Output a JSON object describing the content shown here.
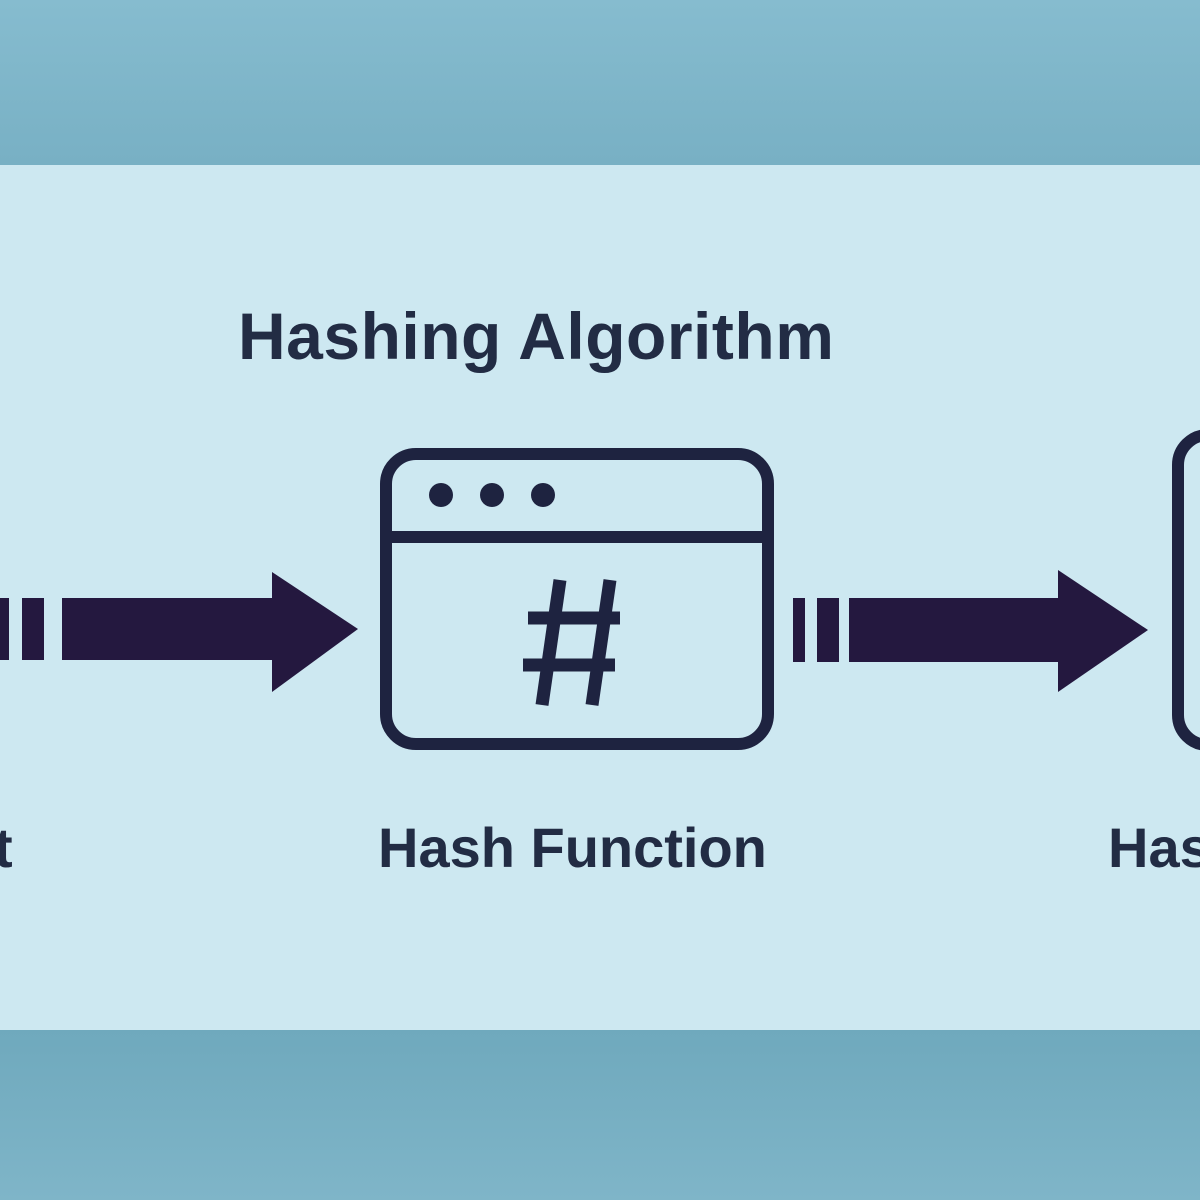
{
  "diagram": {
    "title": "Hashing Algorithm",
    "left_label_partial": "t",
    "center_label": "Hash Function",
    "right_label_partial": "Has",
    "center_icon": "hash-window-icon",
    "colors": {
      "background_band": "#7db4c7",
      "panel": "#cde8f1",
      "ink": "#1e2340",
      "arrow": "#24183f"
    }
  }
}
